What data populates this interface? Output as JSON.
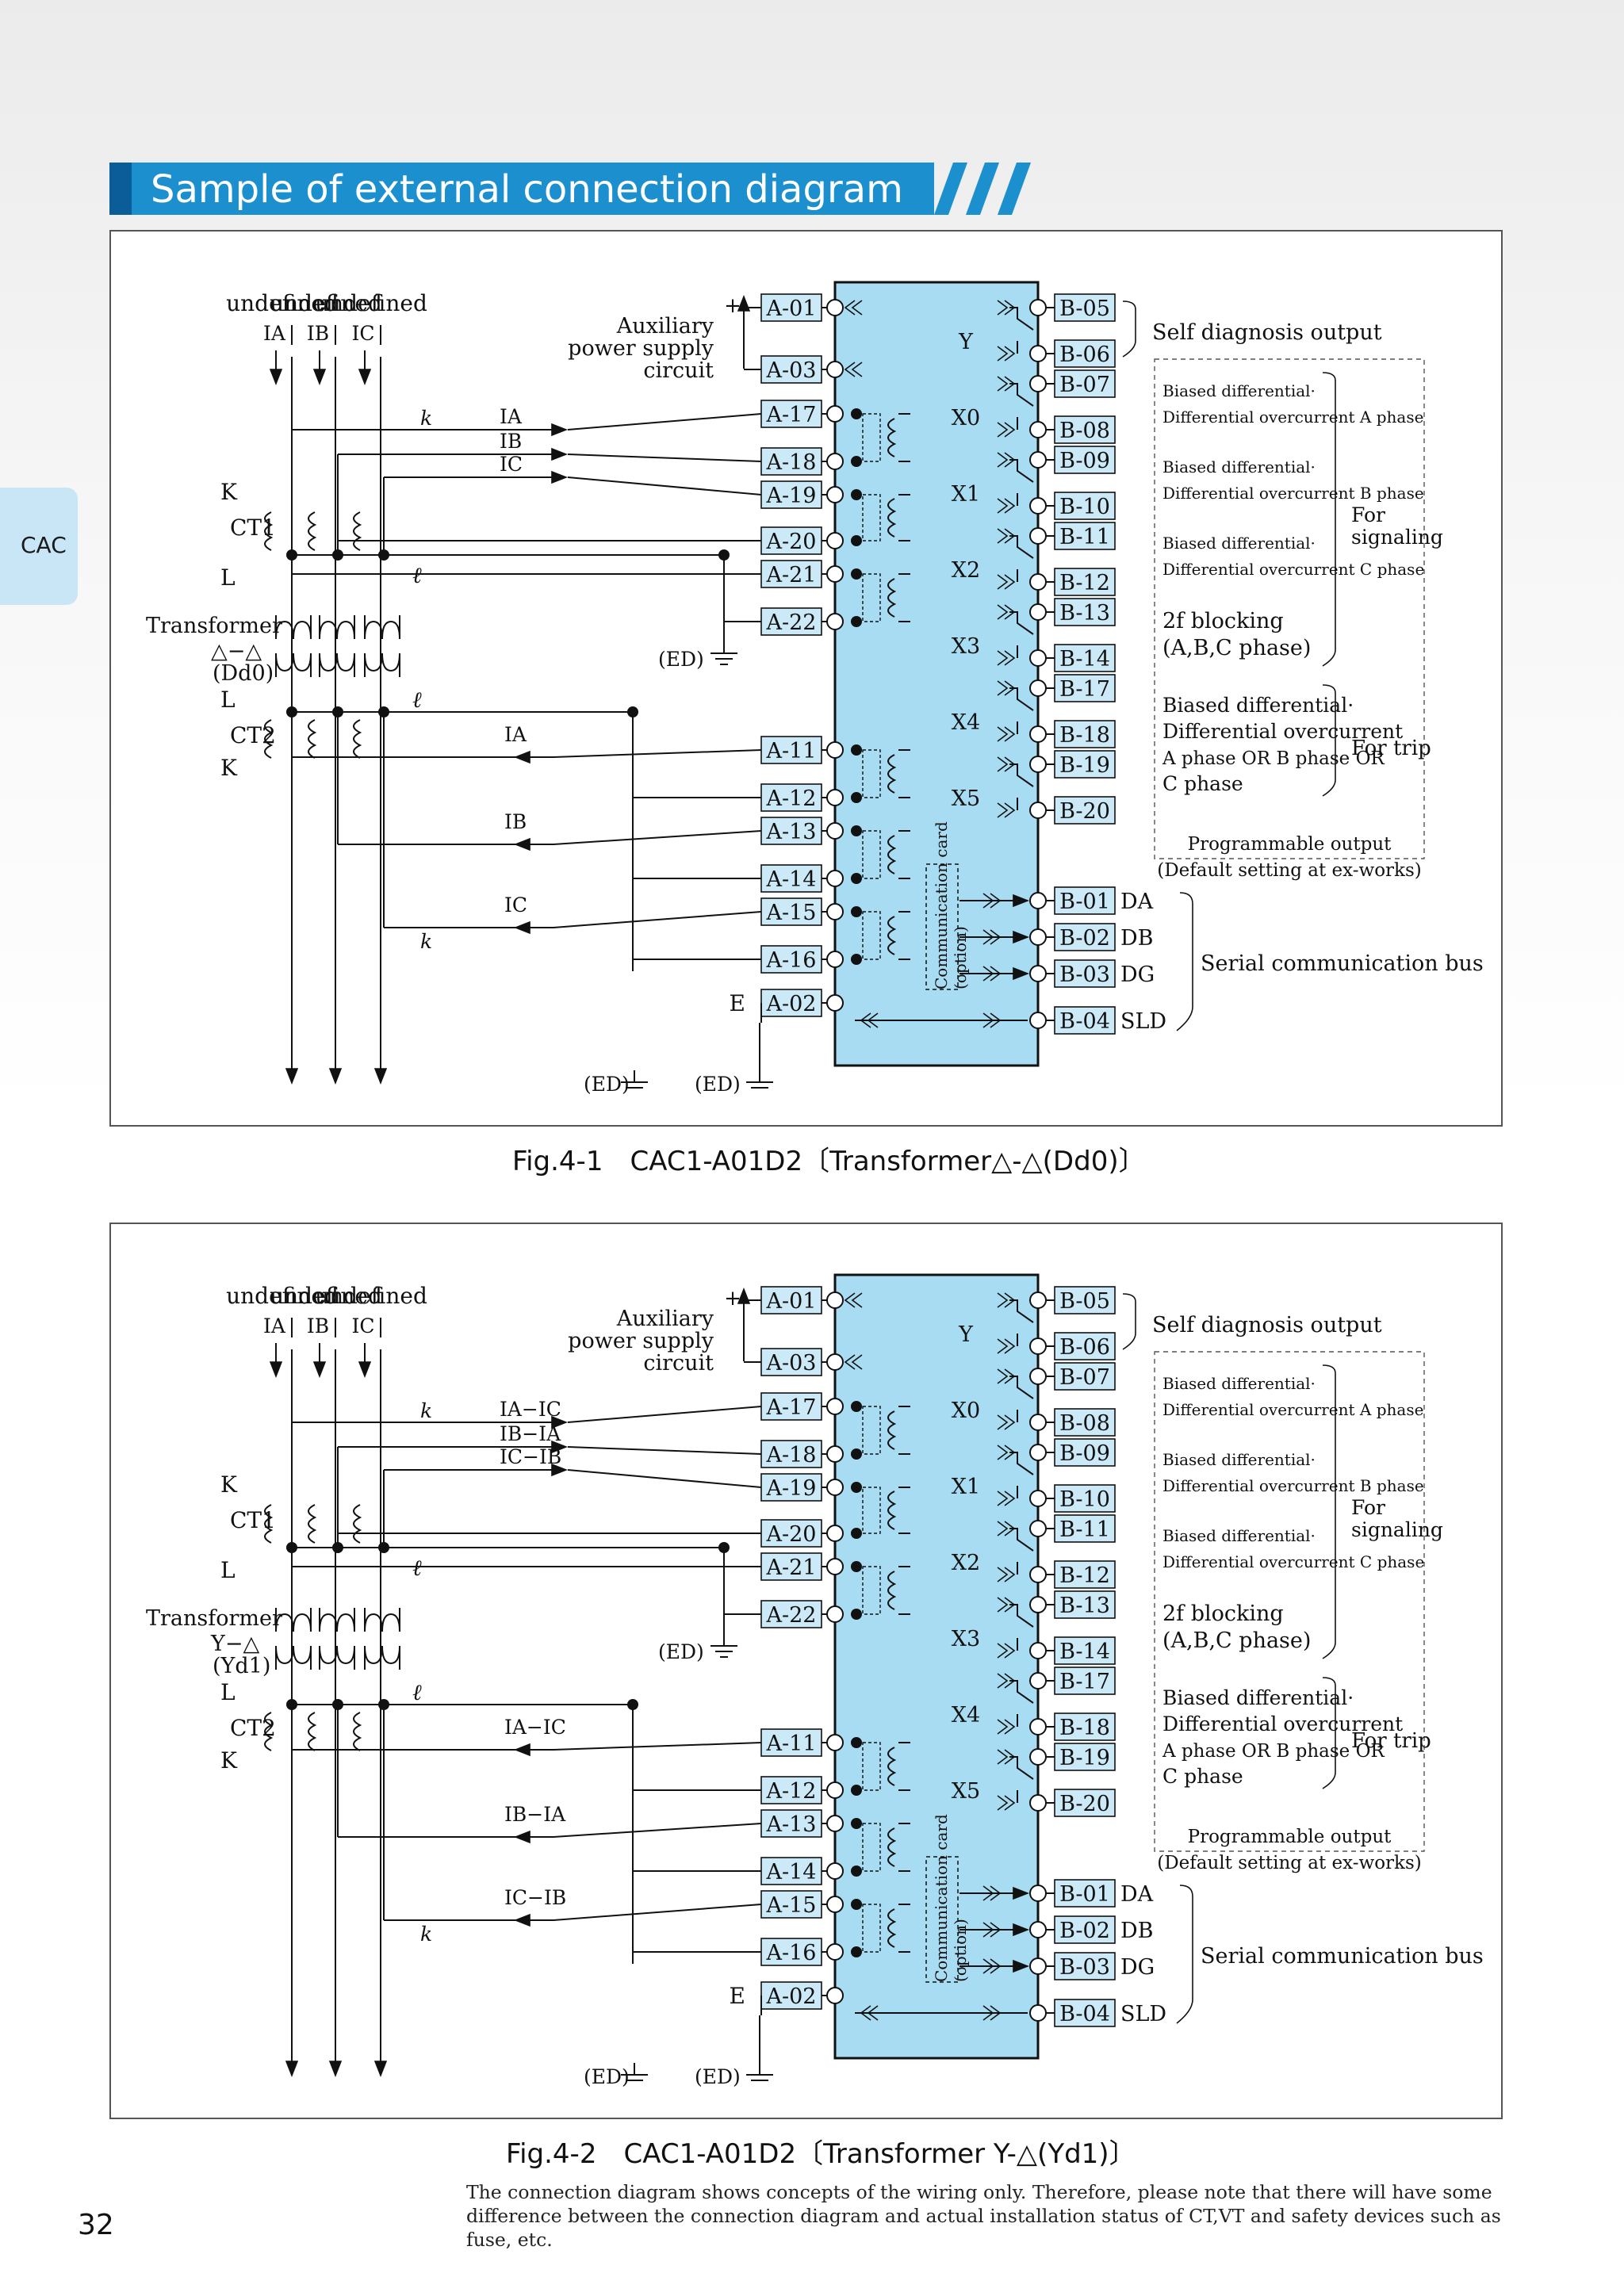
{
  "header": {
    "title": "Sample of external connection diagram"
  },
  "side_tab": {
    "label": "CAC"
  },
  "page": {
    "number": "32"
  },
  "phases": {
    "a": "A",
    "b": "B",
    "c": "C",
    "ia": "IA",
    "ib": "IB",
    "ic": "IC"
  },
  "labels": {
    "k": "K",
    "l": "L",
    "k_small": "k",
    "l_small": "ℓ",
    "ct1": "CT1",
    "ct2": "CT2",
    "transformer": "Transformer",
    "aux1": "Auxiliary",
    "aux2": "power supply",
    "aux3": "circuit",
    "plus": "+",
    "e": "E",
    "ed": "(ED)",
    "self_diag": "Self diagnosis output",
    "bd": "Biased differential·",
    "doc_a": "Differential overcurrent A phase",
    "doc_b": "Differential overcurrent B phase",
    "doc_c": "Differential overcurrent C phase",
    "for": "For",
    "signaling": "signaling",
    "blocking1": "2f blocking",
    "blocking2": "(A,B,C phase)",
    "trip_bd": "Biased differential·",
    "trip_doc": "Differential overcurrent",
    "trip_a_or_b": "A phase OR B phase OR",
    "trip_c": "C phase",
    "for_trip": "For trip",
    "prog1": "Programmable output",
    "prog2": "(Default setting at ex-works)",
    "comm1": "Communication card",
    "comm2": "(option)",
    "serial": "Serial communication bus",
    "da": "DA",
    "db": "DB",
    "dg": "DG",
    "sld": "SLD",
    "relay_y": "Y",
    "x0": "X0",
    "x1": "X1",
    "x2": "X2",
    "x3": "X3",
    "x4": "X4",
    "x5": "X5"
  },
  "terminals_a": [
    "A-01",
    "A-03",
    "A-17",
    "A-18",
    "A-19",
    "A-20",
    "A-21",
    "A-22",
    "A-11",
    "A-12",
    "A-13",
    "A-14",
    "A-15",
    "A-16",
    "A-02"
  ],
  "terminals_b": [
    "B-05",
    "B-06",
    "B-07",
    "B-08",
    "B-09",
    "B-10",
    "B-11",
    "B-12",
    "B-13",
    "B-14",
    "B-17",
    "B-18",
    "B-19",
    "B-20",
    "B-01",
    "B-02",
    "B-03",
    "B-04"
  ],
  "figures": [
    {
      "caption": "Fig.4-1　CAC1-A01D2〔Transformer△-△(Dd0)〕",
      "transformer_type": "△−△",
      "transformer_code": "(Dd0)",
      "ct1_currents": [
        "IA",
        "IB",
        "IC"
      ],
      "ct2_currents": [
        "IA",
        "IB",
        "IC"
      ]
    },
    {
      "caption": "Fig.4-2　CAC1-A01D2〔Transformer Y-△(Yd1)〕",
      "transformer_type": "Y−△",
      "transformer_code": "(Yd1)",
      "ct1_currents": [
        "IA−IC",
        "IB−IA",
        "IC−IB"
      ],
      "ct2_currents": [
        "IA−IC",
        "IB−IA",
        "IC−IB"
      ]
    }
  ],
  "footnote": "The connection diagram shows concepts of the wiring only. Therefore, please note that there will have some difference between the connection diagram and actual installation status of CT,VT and safety devices such as fuse, etc.",
  "colors": {
    "banner": "#1c8fcf",
    "relay_fill": "#a8dcf3",
    "terminal_fill": "#cce9f8",
    "side_tab": "#c9e6f7"
  }
}
